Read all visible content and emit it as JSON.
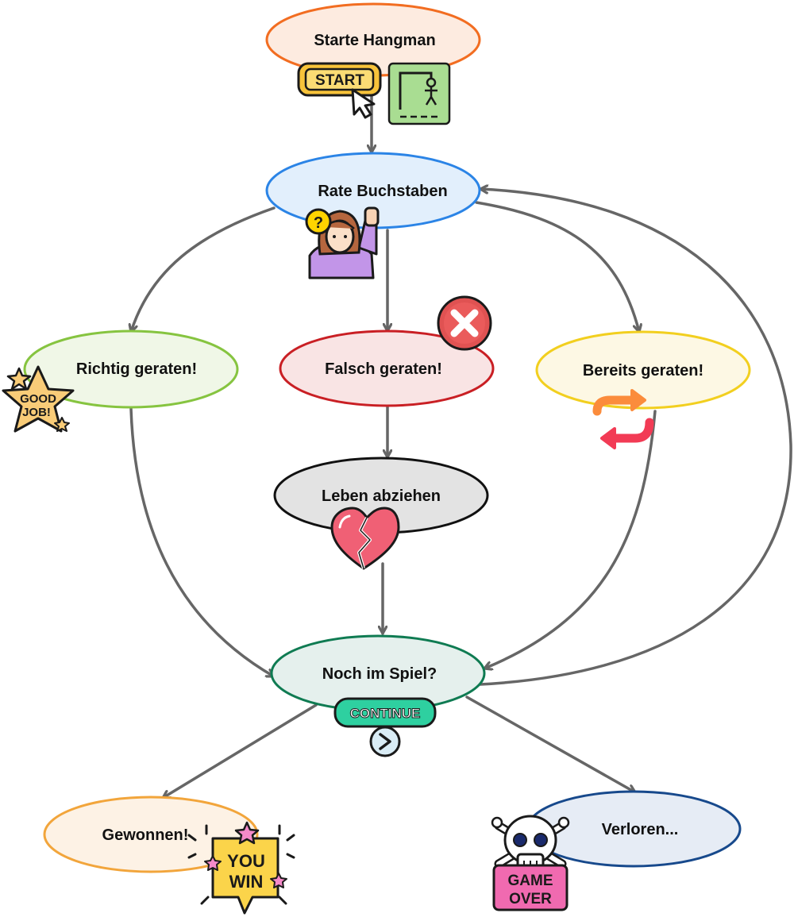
{
  "nodes": {
    "start": "Starte Hangman",
    "guess": "Rate Buchstaben",
    "correct": "Richtig geraten!",
    "wrong": "Falsch geraten!",
    "already": "Bereits geraten!",
    "lose_life": "Leben abziehen",
    "still_in_game": "Noch im Spiel?",
    "won": "Gewonnen!",
    "lost": "Verloren..."
  },
  "badges": {
    "start": "START",
    "good_job_1": "GOOD",
    "good_job_2": "JOB!",
    "continue": "CONTINUE",
    "you_win_1": "YOU",
    "you_win_2": "WIN",
    "game_over_1": "GAME",
    "game_over_2": "OVER"
  },
  "colors": {
    "start": "#f26d21",
    "guess": "#2b84e6",
    "correct": "#86c440",
    "wrong": "#c91f24",
    "already": "#f2cf1f",
    "lose_life": "#111111",
    "still_in_game": "#0f7b52",
    "won": "#f2a53b",
    "lost": "#17498c",
    "edge": "#666666"
  },
  "icons": [
    "start-button-icon",
    "hangman-icon",
    "question-girl-icon",
    "good-job-star-icon",
    "wrong-x-icon",
    "repeat-arrows-icon",
    "broken-heart-icon",
    "continue-icon",
    "you-win-icon",
    "game-over-skull-icon"
  ]
}
